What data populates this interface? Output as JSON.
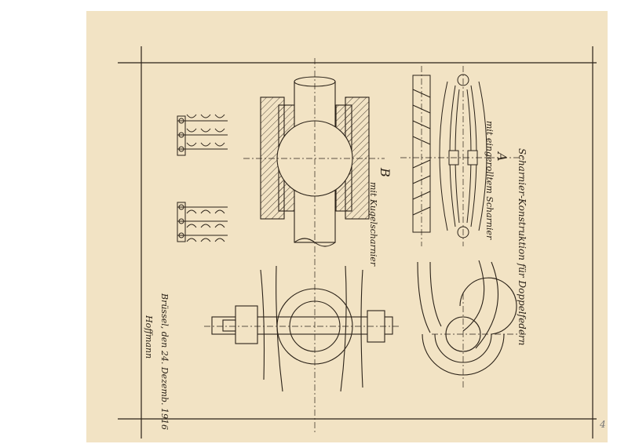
{
  "sheet": {
    "title": "Scharnier-Konstruktion für Doppelfedern",
    "section_a": {
      "letter": "A",
      "caption": "mit eingerolltem Scharnier"
    },
    "section_b": {
      "letter": "B",
      "caption": "mit Kugelscharnier"
    },
    "signature_line": "Brüssel, den 24. Dezemb. 1916",
    "signature": "Hoffmann",
    "corner_mark": "4"
  },
  "colors": {
    "paper": "#f2e3c4",
    "ink": "#2b2218"
  }
}
